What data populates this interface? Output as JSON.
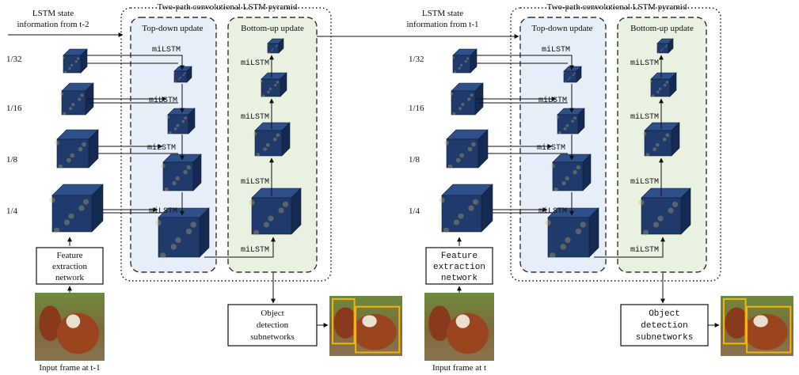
{
  "labels": {
    "pyramid_title": "Two-path convolutional LSTM pyramid",
    "top_down": "Top-down update",
    "bottom_up": "Bottom-up update",
    "milstm": "miLSTM",
    "feature_line1": "Feature",
    "feature_line2": "extraction",
    "feature_line3": "network",
    "detect_line1": "Object",
    "detect_line2": "detection",
    "detect_line3": "subnetworks"
  },
  "scales": [
    "1/32",
    "1/16",
    "1/8",
    "1/4"
  ],
  "panels": [
    {
      "state_line1": "LSTM state",
      "state_line2": "information from t-2",
      "input_caption": "Input frame at t-1"
    },
    {
      "state_line1": "LSTM state",
      "state_line2": "information from t-1",
      "input_caption": "Input frame at t"
    }
  ],
  "colors": {
    "top_down_fill": "#e6eefa",
    "bottom_up_fill": "#e9f2e1",
    "cube_front": "#1f3a6b",
    "cube_top": "#2e4f8a",
    "cube_side": "#152a52",
    "detection_box": "#f5b400",
    "line": "#111111"
  }
}
